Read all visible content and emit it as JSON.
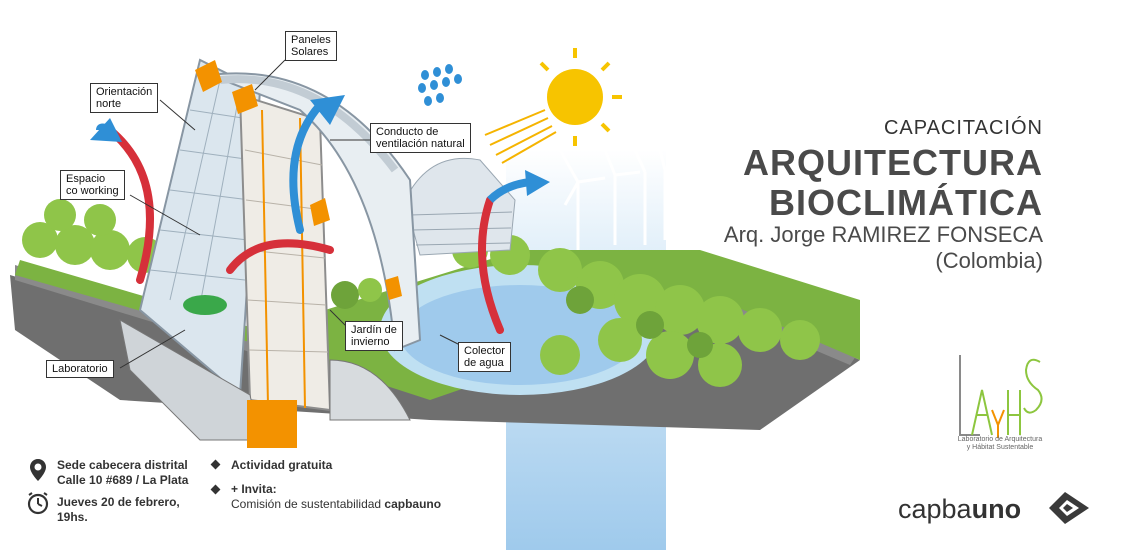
{
  "callouts": {
    "paneles": [
      "Paneles",
      "Solares"
    ],
    "orientacion": [
      "Orientación",
      "norte"
    ],
    "conducto": [
      "Conducto de",
      "ventilación natural"
    ],
    "espacio": [
      "Espacio",
      "co working"
    ],
    "jardin": [
      "Jardín de",
      "invierno"
    ],
    "laboratorio": [
      "Laboratorio"
    ],
    "colector": [
      "Colector",
      "de agua"
    ]
  },
  "heading": {
    "kicker": "CAPACITACIÓN",
    "title_line1": "ARQUITECTURA",
    "title_line2": "BIOCLIMÁTICA",
    "speaker": "Arq. Jorge RAMIREZ FONSECA",
    "country": "(Colombia)"
  },
  "info": {
    "venue_line1": "Sede cabecera distrital",
    "venue_line2": "Calle 10 #689 / La Plata",
    "date_line1": "Jueves 20 de febrero,",
    "date_line2": "19hs.",
    "activity": "Actividad gratuita",
    "invites_label": "+ Invita:",
    "invites_text": "Comisión de sustentabilidad ",
    "invites_org": "capbauno"
  },
  "logos": {
    "lahs_letters": "LAyHS",
    "lahs_sub_line1": "Laboratorio de Arquitectura",
    "lahs_sub_line2": "y Hábitat Sustentable",
    "capba_light": "capba",
    "capba_bold": "uno"
  },
  "icons": [
    "location-pin-icon",
    "clock-icon",
    "diamond-bullet-icon",
    "rain-drops-icon",
    "sun-icon",
    "wind-turbine-icon"
  ],
  "colors": {
    "heading_gray": "#4a4a4a",
    "lahs_green": "#8dc63f",
    "lahs_orange": "#f39200",
    "arrow_blue": "#2f8fd6",
    "arrow_red": "#d6303a",
    "water_blue": "#9fcaec",
    "sun_yellow": "#f7c400"
  }
}
